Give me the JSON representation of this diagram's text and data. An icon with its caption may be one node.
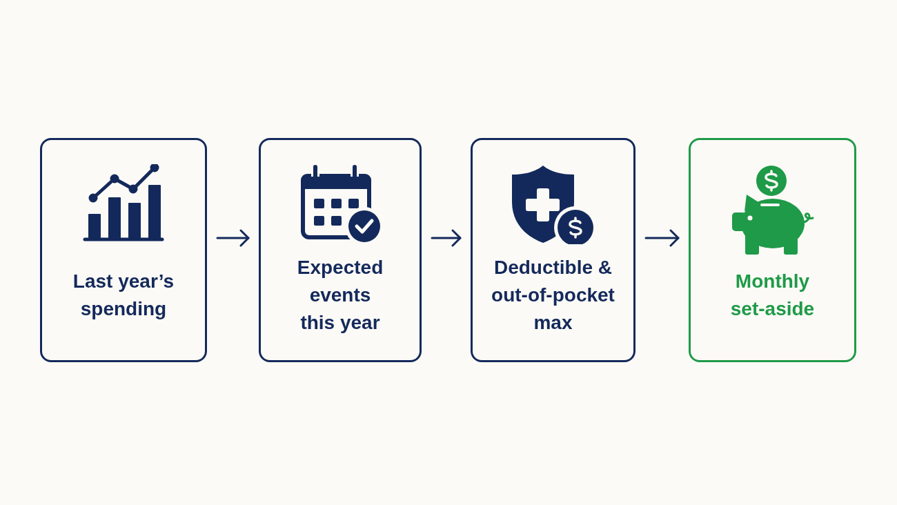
{
  "diagram": {
    "nodes": [
      {
        "text": [
          "Last year’s spending"
        ]
      },
      {
        "text": [
          "Expected events this year"
        ]
      },
      {
        "text": [
          "Deductible & out-of-pocket max"
        ]
      },
      {
        "text": [
          "Monthly set-aside"
        ]
      }
    ],
    "edges": [
      {
        "from": 0,
        "to": 1,
        "arrow": "to"
      },
      {
        "from": 1,
        "to": 2,
        "arrow": "to"
      },
      {
        "from": 2,
        "to": 3,
        "arrow": "to"
      }
    ]
  }
}
